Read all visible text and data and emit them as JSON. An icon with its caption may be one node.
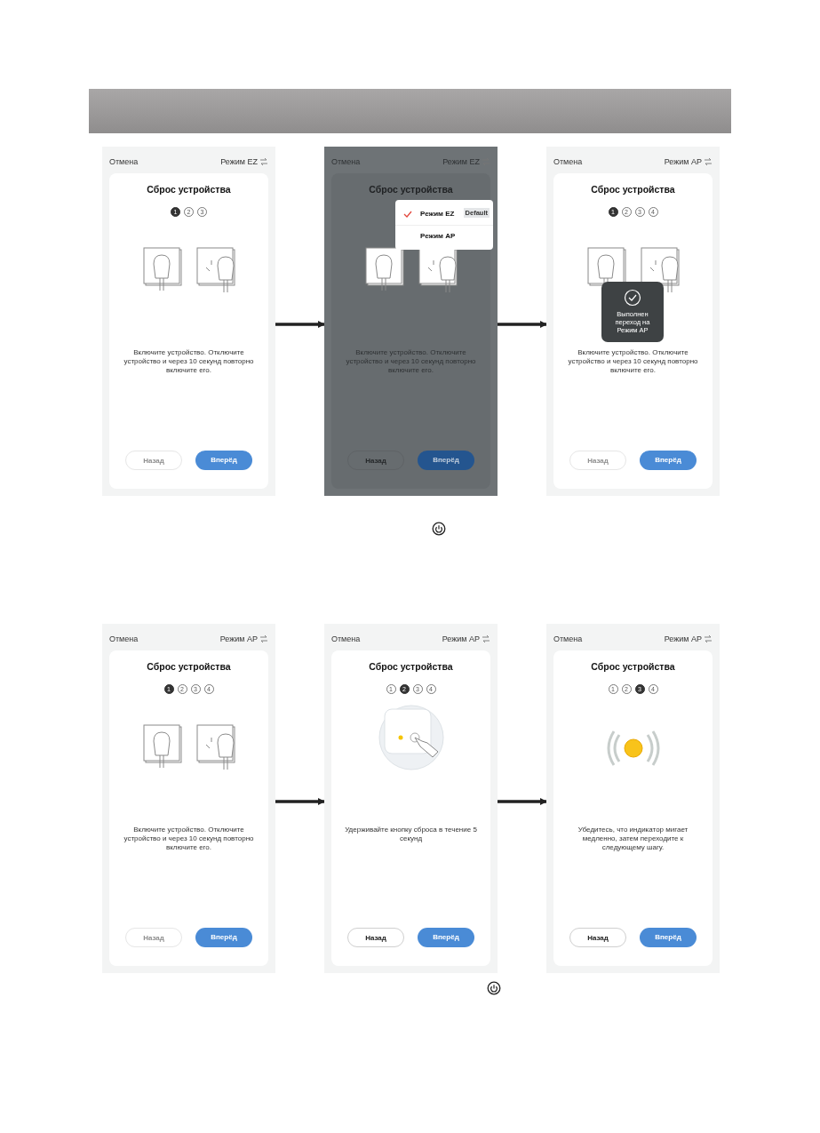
{
  "diagram": {
    "nodes": [
      {
        "text": [
          "Отмена",
          "Режим EZ",
          "Сброс устройства",
          "1",
          "2",
          "3",
          "Включите устройство. Отключите устройство и через 10 секунд повторно включите его.",
          "Назад",
          "Вперёд"
        ]
      },
      {
        "text": [
          "Отмена",
          "Режим EZ",
          "Сброс устройства",
          "Включите устройство. Отключите устройство и через 10 секунд повторно включите его.",
          "Назад",
          "Вперёд"
        ]
      },
      {
        "text": [
          "Режим EZ",
          "Default",
          "Режим AP"
        ],
        "in": 1
      },
      {
        "text": [
          "Отмена",
          "Режим AP",
          "Сброс устройства",
          "1",
          "2",
          "3",
          "4",
          "Включите устройство. Отключите устройство и через 10 секунд повторно включите его.",
          "Назад",
          "Вперёд"
        ]
      },
      {
        "text": [
          "Выполнен переход на Режим AP"
        ],
        "in": 3
      },
      {
        "text": [
          "Отмена",
          "Режим AP",
          "Сброс устройства",
          "1",
          "2",
          "3",
          "4",
          "Включите устройство. Отключите устройство и через 10 секунд повторно включите его.",
          "Назад",
          "Вперёд"
        ]
      },
      {
        "text": [
          "Отмена",
          "Режим AP",
          "Сброс устройства",
          "1",
          "2",
          "3",
          "4",
          "Удерживайте кнопку сброса в течение 5 секунд",
          "Назад",
          "Вперёд"
        ]
      },
      {
        "text": [
          "Отмена",
          "Режим AP",
          "Сброс устройства",
          "1",
          "2",
          "3",
          "4",
          "Убедитесь, что индикатор мигает медленно, затем переходите к следующему шагу.",
          "Назад",
          "Вперёд"
        ]
      }
    ],
    "edges": [
      {
        "from": 0,
        "to": 1,
        "arrow": "to"
      },
      {
        "from": 1,
        "to": 3,
        "arrow": "to"
      },
      {
        "from": 5,
        "to": 6,
        "arrow": "to"
      },
      {
        "from": 6,
        "to": 7,
        "arrow": "to"
      }
    ]
  }
}
